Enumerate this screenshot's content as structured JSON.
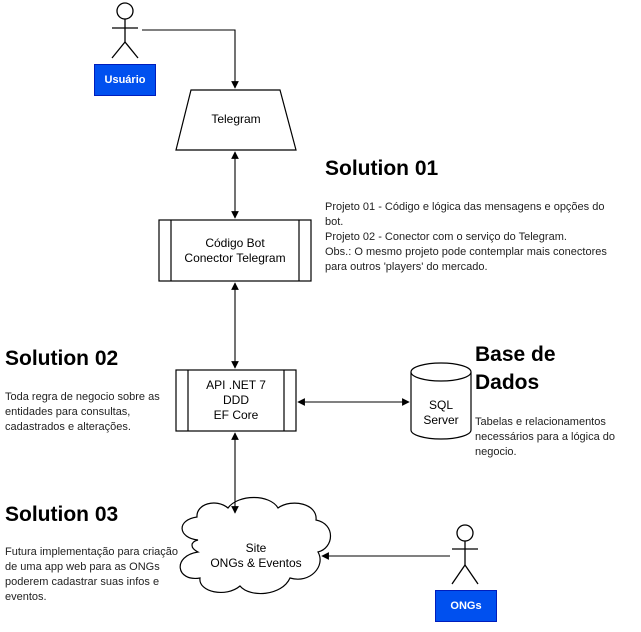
{
  "actors": {
    "usuario": {
      "label": "Usuário",
      "color": "#0050ef"
    },
    "ongs": {
      "label": "ONGs",
      "color": "#0050ef"
    }
  },
  "nodes": {
    "telegram": "Telegram",
    "codigo_bot": "Código Bot\nConector Telegram",
    "api": "API .NET 7\nDDD\nEF Core",
    "sql": "SQL\nServer",
    "site": "Site\nONGs & Eventos"
  },
  "sections": {
    "solution01": {
      "title": "Solution 01",
      "text": "Projeto 01 - Código e lógica das mensagens e opções do bot.\nProjeto 02 - Conector com o serviço do Telegram.\nObs.: O mesmo projeto pode contemplar mais conectores para outros 'players' do mercado."
    },
    "solution02": {
      "title": "Solution 02",
      "text": "Toda regra de negocio sobre as entidades para consultas, cadastrados e alterações."
    },
    "base_dados": {
      "title": "Base de\nDados",
      "text": "Tabelas e relacionamentos necessários para a lógica do negocio."
    },
    "solution03": {
      "title": "Solution 03",
      "text": "Futura implementação para criação de uma app web para as ONGs poderem cadastrar suas infos e eventos."
    }
  }
}
